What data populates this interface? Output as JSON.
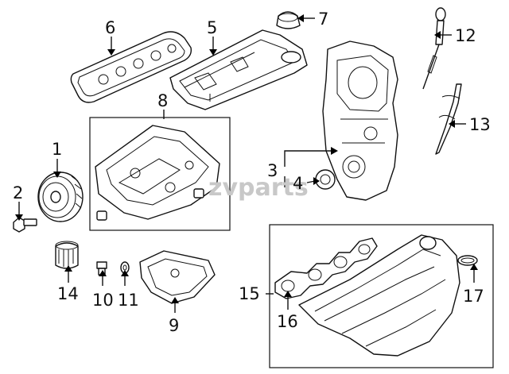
{
  "watermark": "zvparts",
  "callouts": [
    {
      "id": "1",
      "label": "1"
    },
    {
      "id": "2",
      "label": "2"
    },
    {
      "id": "3",
      "label": "3"
    },
    {
      "id": "4",
      "label": "4"
    },
    {
      "id": "5",
      "label": "5"
    },
    {
      "id": "6",
      "label": "6"
    },
    {
      "id": "7",
      "label": "7"
    },
    {
      "id": "8",
      "label": "8"
    },
    {
      "id": "9",
      "label": "9"
    },
    {
      "id": "10",
      "label": "10"
    },
    {
      "id": "11",
      "label": "11"
    },
    {
      "id": "12",
      "label": "12"
    },
    {
      "id": "13",
      "label": "13"
    },
    {
      "id": "14",
      "label": "14"
    },
    {
      "id": "15",
      "label": "15"
    },
    {
      "id": "16",
      "label": "16"
    },
    {
      "id": "17",
      "label": "17"
    }
  ]
}
